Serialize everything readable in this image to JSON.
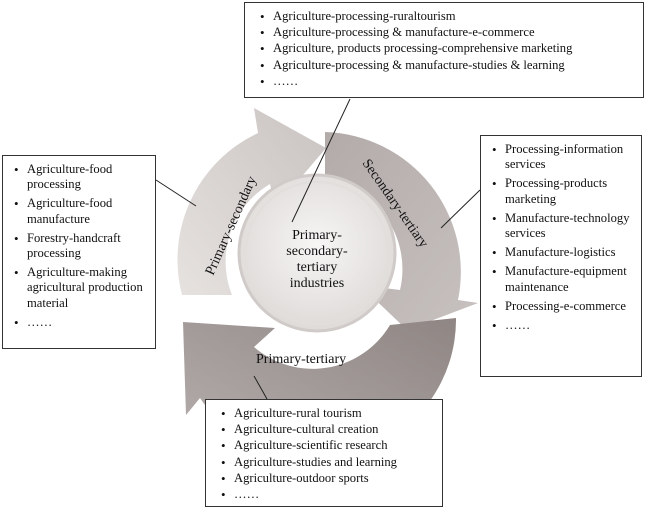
{
  "center": {
    "lines": [
      "Primary-",
      "secondary-",
      "tertiary",
      "industries"
    ]
  },
  "arrows": {
    "primary_secondary": "Primary-secondary",
    "secondary_tertiary": "Secondary-tertiary",
    "primary_tertiary": "Primary-tertiary"
  },
  "callouts": {
    "top": [
      "Agriculture-processing-ruraltourism",
      "Agriculture-processing & manufacture-e-commerce",
      "Agriculture, products processing-comprehensive  marketing",
      "Agriculture-processing & manufacture-studies & learning",
      "……"
    ],
    "right": [
      "Processing-information services",
      "Processing-products marketing",
      "Manufacture-technology services",
      "Manufacture-logistics",
      "Manufacture-equipment maintenance",
      "Processing-e-commerce",
      "……"
    ],
    "left": [
      "Agriculture-food processing",
      "Agriculture-food manufacture",
      "Forestry-handcraft processing",
      "Agriculture-making agricultural production material",
      "……"
    ],
    "bottom": [
      "Agriculture-rural tourism",
      "Agriculture-cultural creation",
      "Agriculture-scientific research",
      "Agriculture-studies and learning",
      "Agriculture-outdoor sports",
      "……"
    ]
  },
  "colors": {
    "arrow_light": "#d6d1cf",
    "arrow_mid": "#b9b2b0",
    "arrow_dark": "#9f9795",
    "center_fill": "#efedec"
  }
}
